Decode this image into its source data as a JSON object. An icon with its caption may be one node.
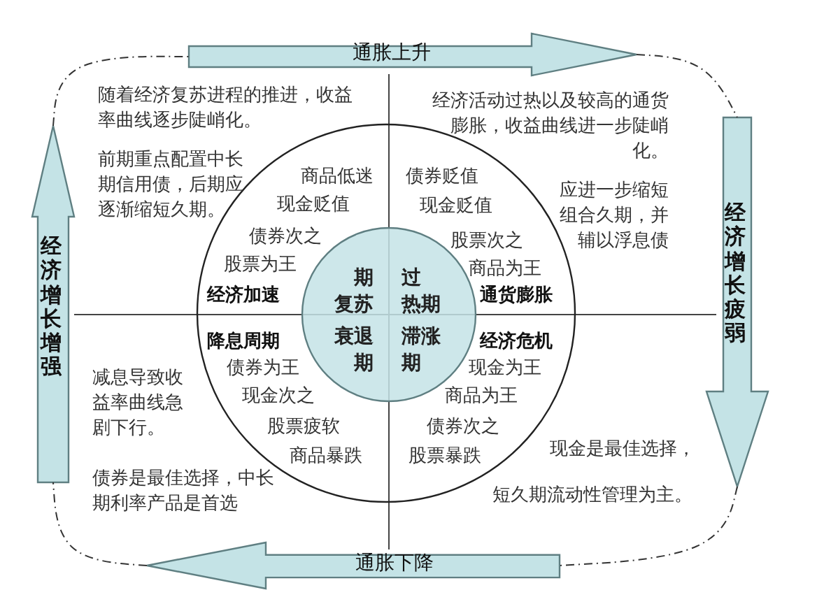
{
  "diagram": {
    "nodes": [
      {
        "text": [
          "通胀上升"
        ]
      },
      {
        "text": [
          "经济增长增强"
        ]
      },
      {
        "text": [
          "经济增长疲弱"
        ]
      },
      {
        "text": [],
        "shape": "circle"
      },
      {
        "text": [
          "期复苏",
          "过热期",
          "衰退期",
          "滞涨期"
        ],
        "in": 3
      },
      {
        "text": [
          "通胀下降"
        ]
      }
    ],
    "edges": [
      {
        "from": 0,
        "to": 2,
        "arrow": "none",
        "style": "dashed"
      },
      {
        "from": 2,
        "to": 5,
        "arrow": "none",
        "style": "dashed"
      },
      {
        "from": 5,
        "to": 1,
        "arrow": "none",
        "style": "dashed"
      },
      {
        "from": 1,
        "to": 0,
        "arrow": "none",
        "style": "dashed"
      }
    ],
    "labels": [
      "随着经济复苏进程的推进，收益率曲线逐步陡峭化。",
      "经济活动过热以及较高的通货膨胀，收益曲线进一步陡峭化。",
      "前期重点配置中长期信用债，后期应逐渐缩短久期。",
      "应进一步缩短组合久期，并辅以浮息债",
      "商品低迷",
      "现金贬值",
      "债券次之",
      "股票为王",
      "经济加速",
      "债券贬值",
      "现金贬值",
      "股票次之",
      "商品为王",
      "通货膨胀",
      "降息周期",
      "债券为王",
      "现金次之",
      "股票疲软",
      "商品暴跌",
      "经济危机",
      "现金为王",
      "商品为王",
      "债券次之",
      "股票暴跌",
      "减息导致收益率曲线急剧下行。",
      "债券是最佳选择，中长期利率产品是首选",
      "现金是最佳选择，",
      "短久期流动性管理为主。"
    ]
  }
}
